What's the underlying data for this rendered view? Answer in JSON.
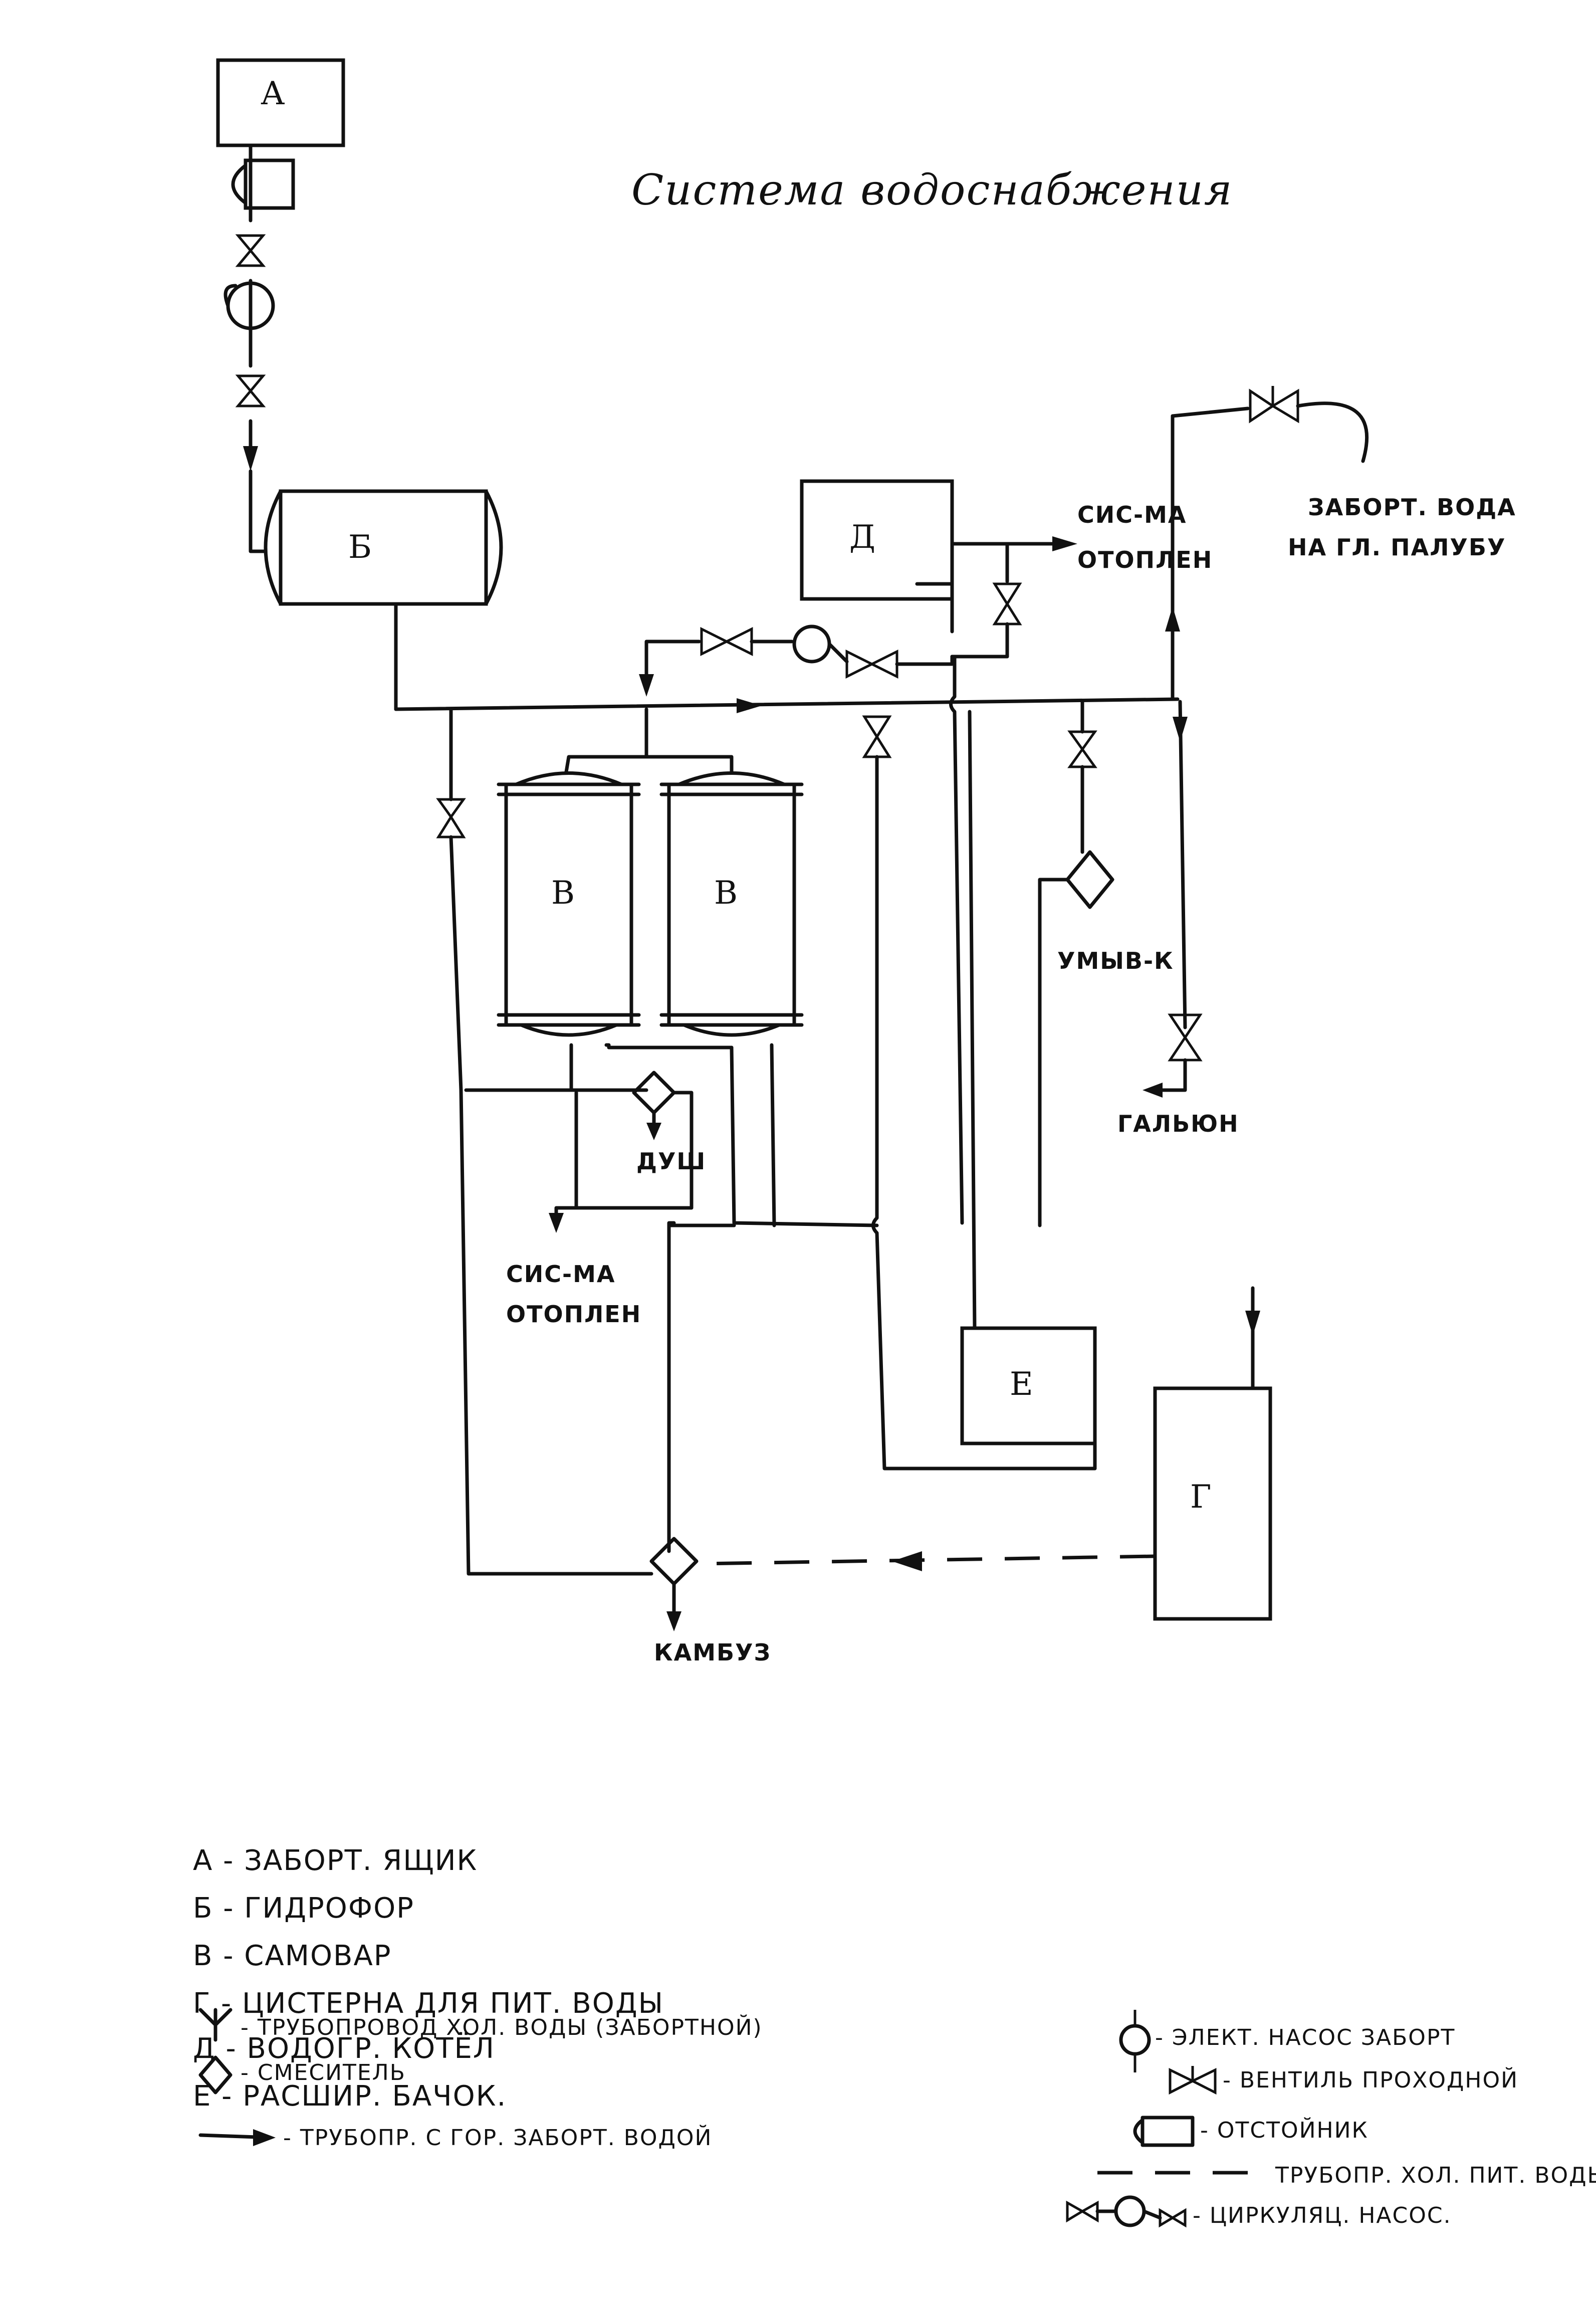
{
  "title": "Система водоснабжения",
  "blocks": {
    "a": "А",
    "b": "Б",
    "v1": "В",
    "v2": "В",
    "g": "Г",
    "d": "Д",
    "e": "Е"
  },
  "labels": {
    "sys_heat_top_1": "СИС-МА",
    "sys_heat_top_2": "ОТОПЛЕН",
    "seawater_1": "ЗАБОРТ. ВОДА",
    "seawater_2": "НА ГЛ. ПАЛУБУ",
    "washbasin": "УМЫВ-К",
    "toilet": "ГАЛЬЮН",
    "shower": "ДУШ",
    "sys_heat_bottom_1": "СИС-МА",
    "sys_heat_bottom_2": "ОТОПЛЕН",
    "galley": "КАМБУЗ"
  },
  "legend_left": [
    "А - ЗАБОРТ. ЯЩИК",
    "Б - ГИДРОФОР",
    "В - САМОВАР",
    "Г - ЦИСТЕРНА ДЛЯ ПИТ. ВОДЫ",
    "Д - ВОДОГР. КОТЁЛ",
    "Е - РАСШИР. БАЧОК.",
    "- ТРУБОПРОВОД ХОЛ. ВОДЫ (ЗАБОРТНОЙ)",
    "- СМЕСИТЕЛЬ",
    "- ТРУБОПР. С ГОР. ЗАБОРТ. ВОДОЙ"
  ],
  "legend_right": [
    "- ЭЛЕКТ. НАСОС ЗАБОРТ",
    "- ВЕНТИЛЬ ПРОХОДНОЙ",
    "- ОТСТОЙНИК",
    "ТРУБОПР. ХОЛ. ПИТ. ВОДЫ",
    "- ЦИРКУЛЯЦ. НАСОС."
  ],
  "icons": [
    "valve-icon",
    "pump-icon",
    "mixer-icon",
    "settler-icon",
    "arrow-icon"
  ]
}
